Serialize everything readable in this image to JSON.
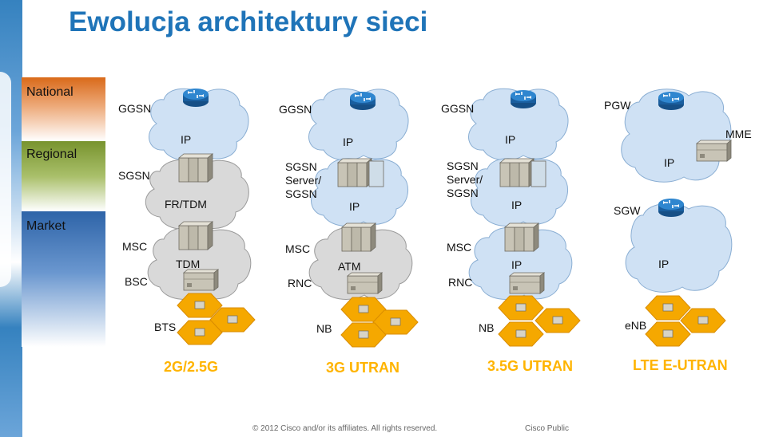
{
  "title": "Ewolucja architektury sieci",
  "tiers": {
    "national": "National",
    "regional": "Regional",
    "market": "Market"
  },
  "columns": {
    "c2g": {
      "ggsn": "GGSN",
      "sgsn": "SGSN",
      "msc": "MSC",
      "bsc": "BSC",
      "bts": "BTS",
      "ip": "IP",
      "frtdm": "FR/TDM",
      "tdm": "TDM",
      "caption": "2G/2.5G"
    },
    "c3g": {
      "ggsn": "GGSN",
      "sgsn_l1": "SGSN",
      "sgsn_l2": "Server/",
      "sgsn_l3": "SGSN",
      "msc": "MSC",
      "rnc": "RNC",
      "nb": "NB",
      "ip_top": "IP",
      "ip_mid": "IP",
      "atm": "ATM",
      "caption": "3G UTRAN"
    },
    "c35g": {
      "ggsn": "GGSN",
      "sgsn_l1": "SGSN",
      "sgsn_l2": "Server/",
      "sgsn_l3": "SGSN",
      "msc": "MSC",
      "rnc": "RNC",
      "nb": "NB",
      "ip_top": "IP",
      "ip_mid": "IP",
      "ip_low": "IP",
      "caption": "3.5G UTRAN"
    },
    "clte": {
      "pgw": "PGW",
      "mme": "MME",
      "sgw": "SGW",
      "enb": "eNB",
      "ip_top": "IP",
      "ip_low": "IP",
      "caption": "LTE E-UTRAN"
    }
  },
  "footer": {
    "copyright": "© 2012 Cisco and/or its affiliates. All rights reserved.",
    "classification": "Cisco Public"
  },
  "colors": {
    "title": "#1f74b8",
    "national": "#d96a1a",
    "regional": "#86a03a",
    "market": "#2e64a8",
    "ip_cloud": "#cfe1f4",
    "legacy_cloud": "#d9d9d9",
    "router": "#1f6fb5",
    "cell": "#f5a800",
    "caption": "#ffb400",
    "server": "#b6b2a4"
  }
}
